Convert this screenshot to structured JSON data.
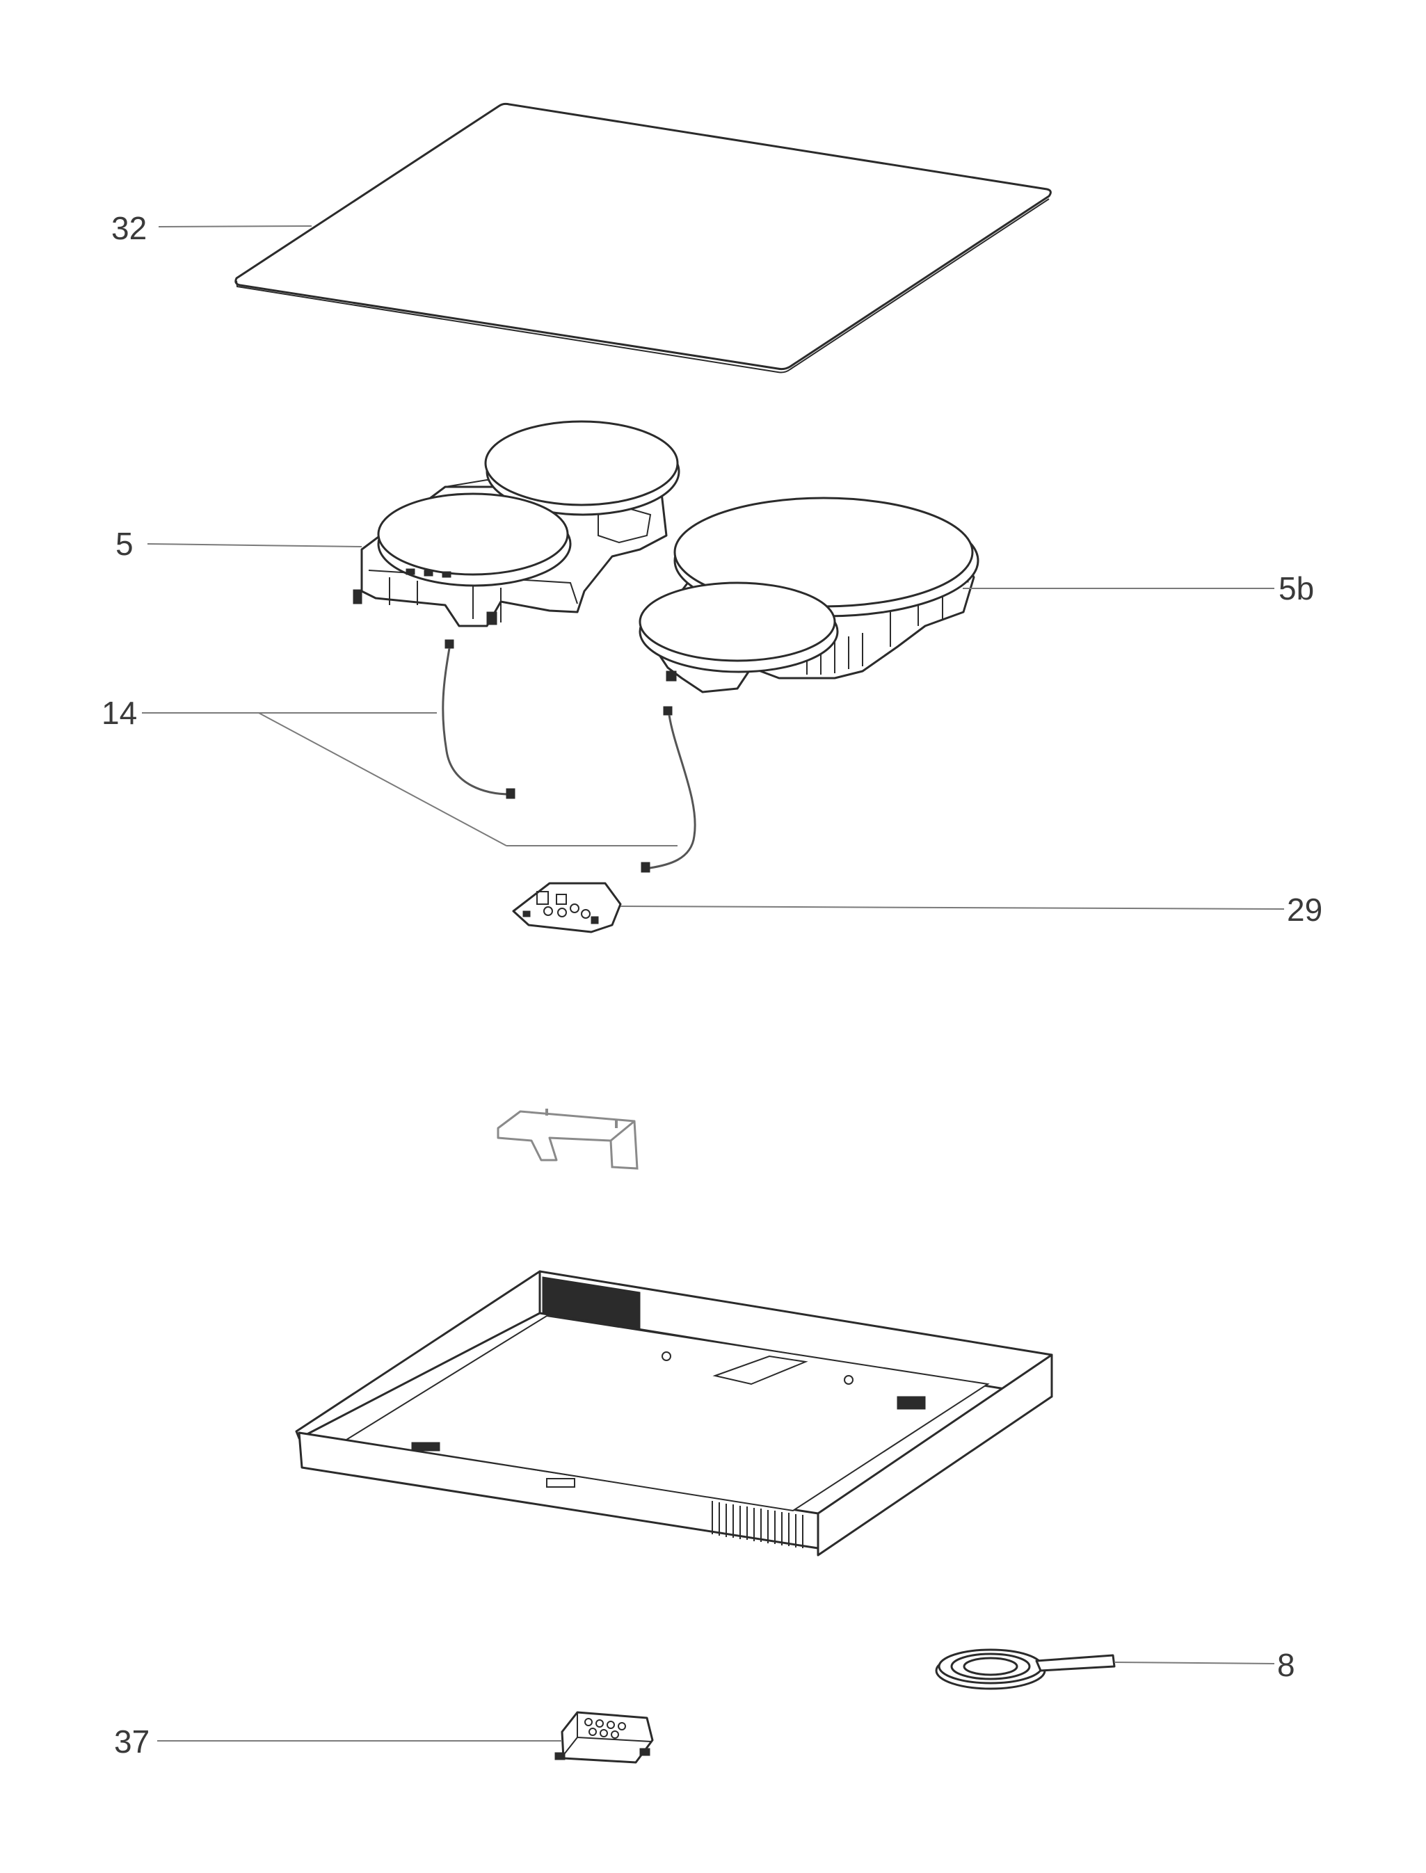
{
  "callouts": {
    "c32": "32",
    "c5": "5",
    "c5b": "5b",
    "c14": "14",
    "c29": "29",
    "c8": "8",
    "c37": "37"
  },
  "icons": [
    "glass-top-plate",
    "induction-coil-unit",
    "wire-harness",
    "control-board",
    "bracket",
    "housing-tray",
    "sensor-coil",
    "terminal-block"
  ]
}
